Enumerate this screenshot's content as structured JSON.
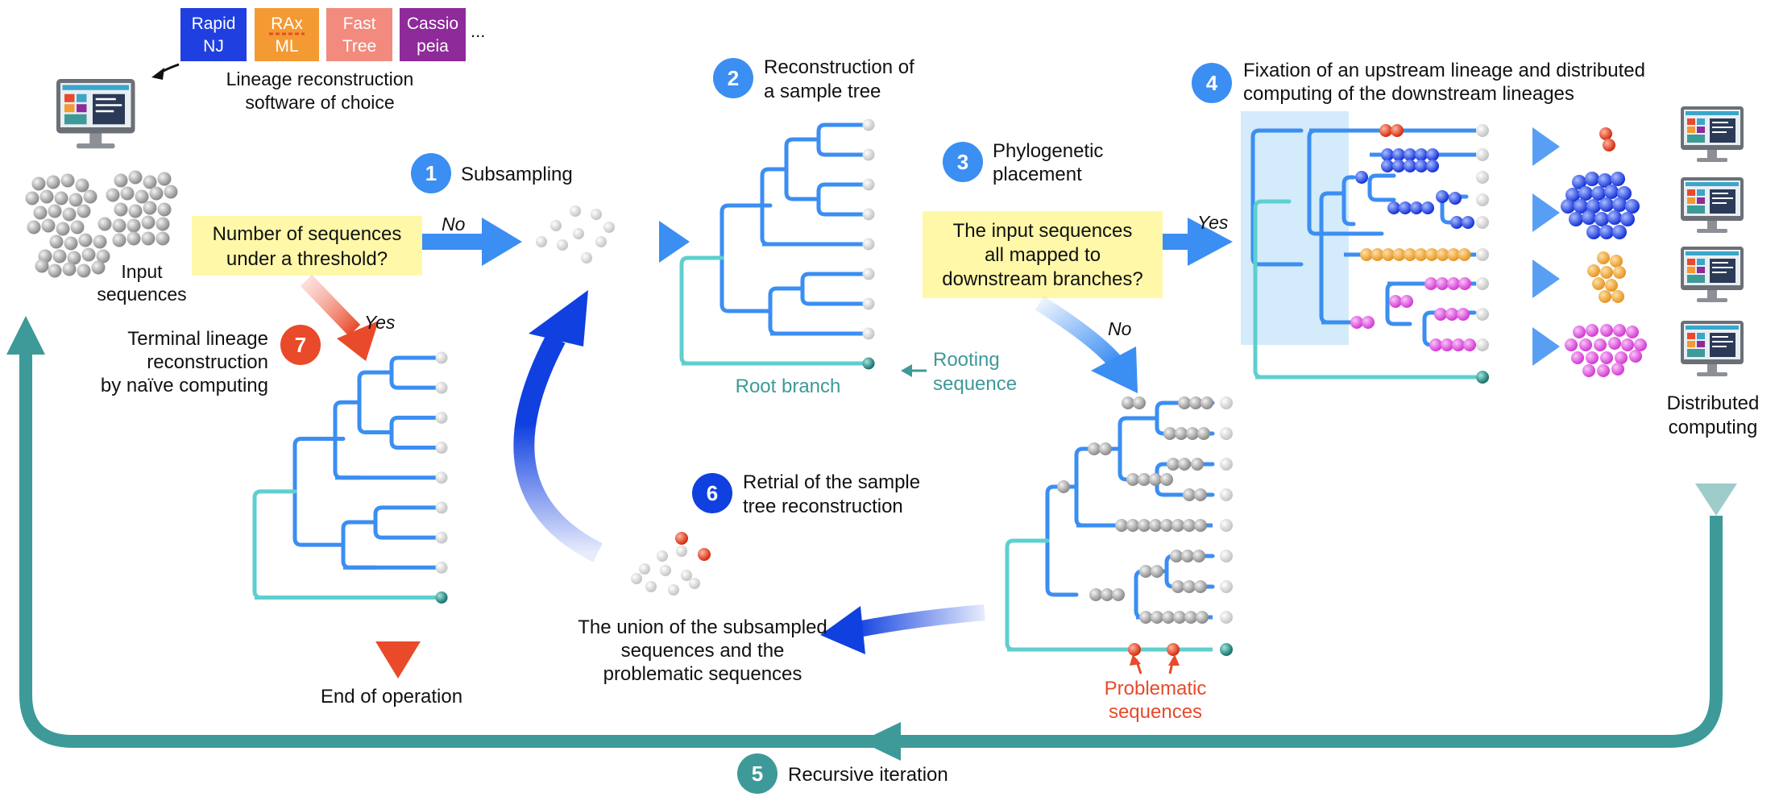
{
  "software": {
    "tools": [
      {
        "line1": "Rapid",
        "line2": "NJ",
        "color": "#1f3fe0"
      },
      {
        "line1": "RAx",
        "line2": "ML",
        "color": "#f39a32"
      },
      {
        "line1": "Fast",
        "line2": "Tree",
        "color": "#f28a7e"
      },
      {
        "line1": "Cassio",
        "line2": "peia",
        "color": "#8e2a9a"
      }
    ],
    "ellipsis": "...",
    "caption_line1": "Lineage reconstruction",
    "caption_line2": "software of choice"
  },
  "input": {
    "label_line1": "Input",
    "label_line2": "sequences"
  },
  "threshold": {
    "line1": "Number of sequences",
    "line2": "under a threshold?",
    "no": "No",
    "yes": "Yes"
  },
  "steps": [
    {
      "num": "1",
      "line1": "Subsampling",
      "line2": "",
      "color": "#3b8ef2"
    },
    {
      "num": "2",
      "line1": "Reconstruction of",
      "line2": "a sample tree",
      "color": "#3b8ef2"
    },
    {
      "num": "3",
      "line1": "Phylogenetic",
      "line2": "placement",
      "color": "#3b8ef2"
    },
    {
      "num": "4",
      "line1": "Fixation of an upstream lineage and distributed",
      "line2": "computing of the downstream lineages",
      "color": "#3b8ef2"
    },
    {
      "num": "5",
      "line1": "Recursive iteration",
      "line2": "",
      "color": "#3d9a98"
    },
    {
      "num": "6",
      "line1": "Retrial of the sample",
      "line2": "tree reconstruction",
      "color": "#1040e0"
    },
    {
      "num": "7",
      "line1": "Terminal lineage",
      "line2": "reconstruction",
      "line3": "by naïve computing",
      "color": "#e84a2a"
    }
  ],
  "root_branch": "Root branch",
  "rooting": {
    "line1": "Rooting",
    "line2": "sequence"
  },
  "mapped": {
    "line1": "The input sequences",
    "line2": "all mapped to",
    "line3": "downstream branches?",
    "yes": "Yes",
    "no": "No"
  },
  "problematic": {
    "line1": "Problematic",
    "line2": "sequences"
  },
  "union": {
    "line1": "The union of the subsampled",
    "line2": "sequences and the",
    "line3": "problematic sequences"
  },
  "distributed": {
    "line1": "Distributed",
    "line2": "computing"
  },
  "end": "End of operation",
  "colors": {
    "blue": "#3b8ef2",
    "teal": "#3d9a98",
    "tealLight": "#5ecfcf",
    "red": "#e84a2a",
    "darkBlue": "#1040e0",
    "highlight": "#fff8a8"
  }
}
